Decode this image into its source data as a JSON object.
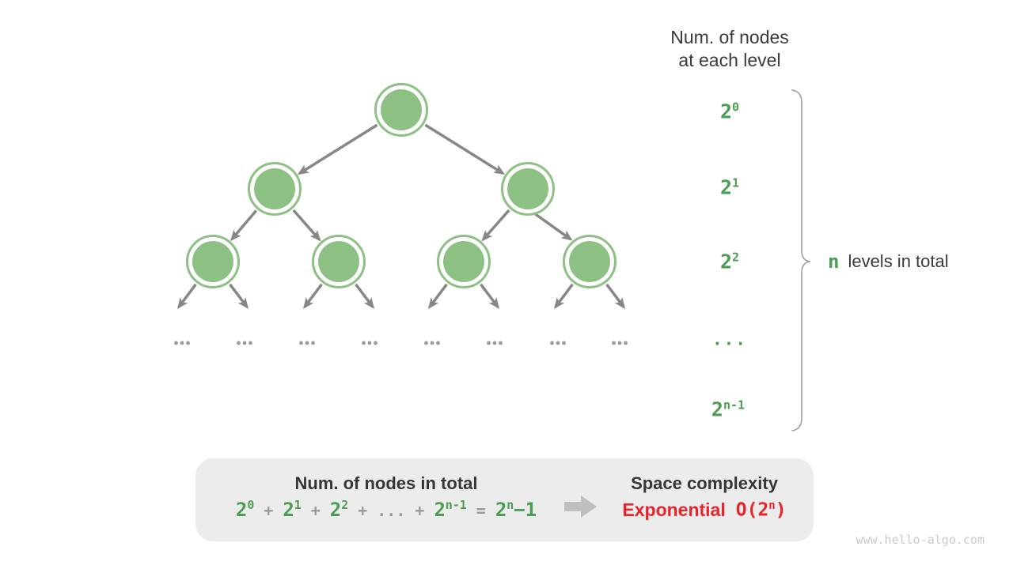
{
  "header": {
    "line1": "Num. of nodes",
    "line2": "at each level"
  },
  "level_labels": [
    {
      "base": "2",
      "sup": "0"
    },
    {
      "base": "2",
      "sup": "1"
    },
    {
      "base": "2",
      "sup": "2"
    },
    {
      "base": "...",
      "sup": ""
    },
    {
      "base": "2",
      "sup": "n-1"
    }
  ],
  "brace_label": {
    "n": "n",
    "text": "levels in total"
  },
  "tree": {
    "levels_shown": [
      1,
      2,
      4
    ],
    "ellipsis_groups": 8,
    "node_color": "#8dc184",
    "edge_color": "#878787"
  },
  "box": {
    "left_title": "Num. of nodes in total",
    "formula_tokens": [
      {
        "text": "2",
        "sup": "0",
        "color": "green"
      },
      {
        "text": "+",
        "color": "gray"
      },
      {
        "text": "2",
        "sup": "1",
        "color": "green"
      },
      {
        "text": "+",
        "color": "gray"
      },
      {
        "text": "2",
        "sup": "2",
        "color": "green"
      },
      {
        "text": "+",
        "color": "gray"
      },
      {
        "text": "...",
        "color": "gray"
      },
      {
        "text": "+",
        "color": "gray"
      },
      {
        "text": "2",
        "sup": "n-1",
        "color": "green"
      },
      {
        "text": "=",
        "color": "gray"
      },
      {
        "text": "2",
        "sup": "n",
        "tail": "−1",
        "color": "green"
      }
    ],
    "right_title": "Space complexity",
    "complexity_word": "Exponential",
    "big_o": {
      "base": "O(2",
      "sup": "n",
      "tail": ")"
    }
  },
  "watermark": "www.hello-algo.com",
  "colors": {
    "node_green": "#8dc184",
    "text_green": "#4a9d53",
    "edge_gray": "#878787",
    "dots_gray": "#9a9a9a",
    "dark_text": "#36363a",
    "red_text": "#e6242b",
    "box_bg": "#ececec",
    "block_arrow": "#bfbfbf",
    "brace": "#9e9e9e",
    "watermark": "#c9c9c9"
  }
}
